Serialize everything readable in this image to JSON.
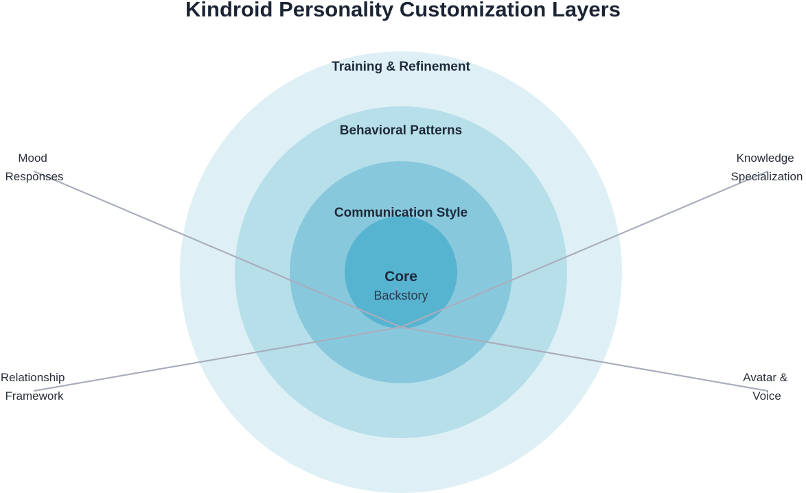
{
  "title": "Kindroid Personality Customization Layers",
  "colors": {
    "ring_outer": "#def0f5",
    "ring_2": "#b6dfea",
    "ring_3": "#88c8dc",
    "ring_core": "#56b4d0",
    "connector": "#a9adbd"
  },
  "layers": [
    {
      "label": "Training & Refinement"
    },
    {
      "label": "Behavioral Patterns"
    },
    {
      "label": "Communication Style"
    }
  ],
  "core": {
    "label": "Core",
    "sublabel": "Backstory"
  },
  "external_factors": [
    {
      "lines": [
        "Mood",
        "Responses"
      ]
    },
    {
      "lines": [
        "Knowledge",
        "Specialization"
      ]
    },
    {
      "lines": [
        "Relationship",
        "Framework"
      ]
    },
    {
      "lines": [
        "Avatar &",
        "Voice"
      ]
    }
  ]
}
